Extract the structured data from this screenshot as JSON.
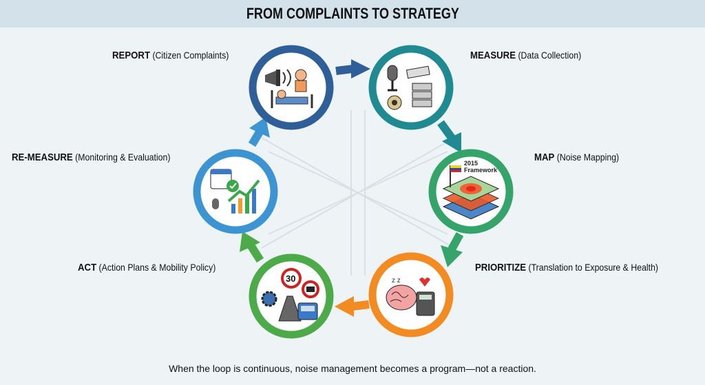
{
  "title": "FROM COMPLAINTS TO STRATEGY",
  "steps": [
    {
      "id": "report",
      "name": "REPORT",
      "detail": "(Citizen Complaints)",
      "color": "#2e5f98",
      "icon": "megaphone-sleeper-icon"
    },
    {
      "id": "measure",
      "name": "MEASURE",
      "detail": "(Data Collection)",
      "color": "#1f8a92",
      "icon": "microphone-camera-server-icon"
    },
    {
      "id": "map",
      "name": "MAP",
      "detail": "(Noise Mapping)",
      "color": "#35a46b",
      "icon": "layered-heatmap-icon",
      "icon_text": "2015 Framework"
    },
    {
      "id": "prioritize",
      "name": "PRIORITIZE",
      "detail": "(Translation to Exposure & Health)",
      "color": "#f28b22",
      "icon": "brain-calculator-icon"
    },
    {
      "id": "act",
      "name": "ACT",
      "detail": "(Action Plans & Mobility Policy)",
      "color": "#4cab48",
      "icon": "speed-sign-bus-icon",
      "icon_text": "30"
    },
    {
      "id": "remeasure",
      "name": "RE-MEASURE",
      "detail": "(Monitoring & Evaluation)",
      "color": "#3c95d2",
      "icon": "calendar-chart-icon"
    }
  ],
  "footer": "When the loop is continuous, noise management becomes a program—not a reaction."
}
